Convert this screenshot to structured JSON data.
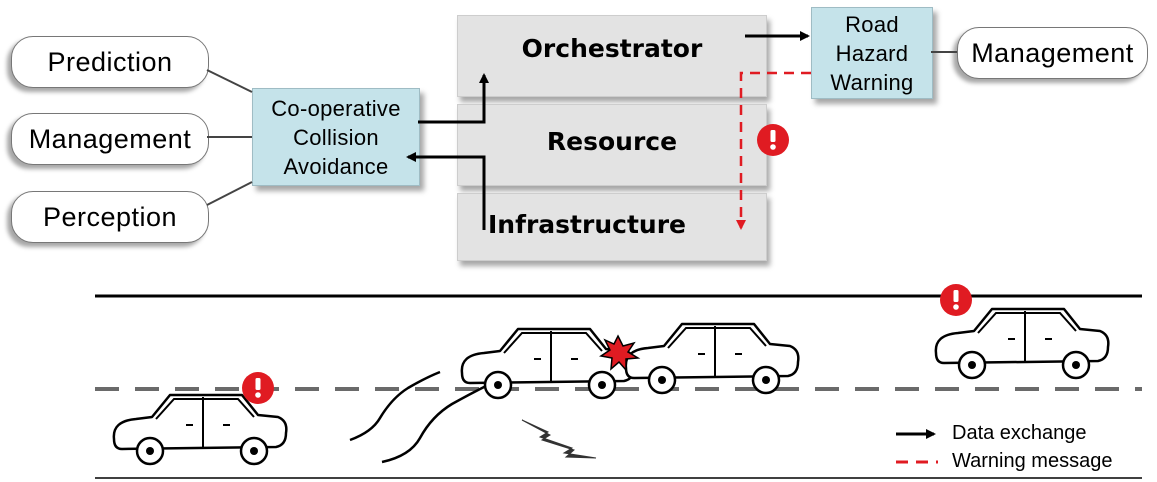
{
  "left_components": [
    "Prediction",
    "Management",
    "Perception"
  ],
  "cca_box": {
    "lines": [
      "Co-operative",
      "Collision",
      "Avoidance"
    ]
  },
  "layers": {
    "orchestrator": "Orchestrator",
    "resource": "Resource",
    "infrastructure": "Infrastructure"
  },
  "rhw_box": {
    "lines": [
      "Road",
      "Hazard",
      "Warning"
    ]
  },
  "right_component": "Management",
  "legend": {
    "data_exchange": "Data exchange",
    "warning_message": "Warning message"
  },
  "colors": {
    "warning_red": "#e01b22",
    "box_blue": "#c5e3ea",
    "layer_gray": "#e3e3e3"
  },
  "icons": [
    "warning-badge-icon",
    "car-icon",
    "collision-star-icon",
    "skid-marks-icon",
    "crack-icon"
  ]
}
